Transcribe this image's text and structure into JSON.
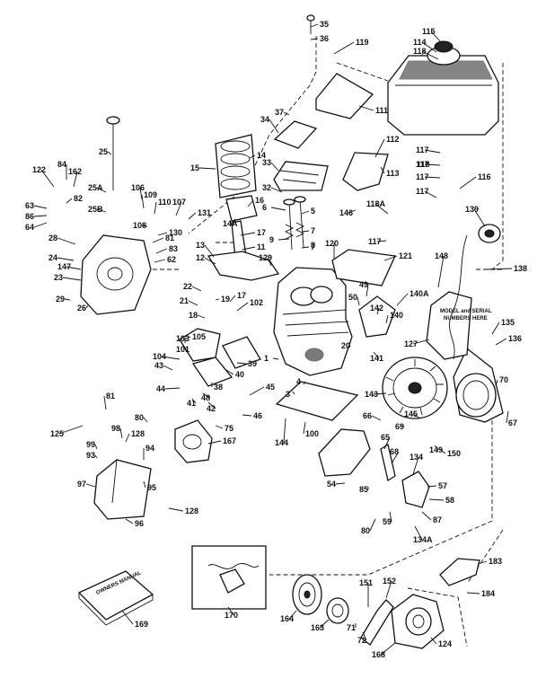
{
  "diagram": {
    "callouts": [
      {
        "id": "c35",
        "label": "35"
      },
      {
        "id": "c36",
        "label": "36"
      },
      {
        "id": "c119",
        "label": "119"
      },
      {
        "id": "c115",
        "label": "115"
      },
      {
        "id": "c114",
        "label": "114"
      },
      {
        "id": "c118",
        "label": "118"
      },
      {
        "id": "c111",
        "label": "111"
      },
      {
        "id": "c37",
        "label": "37"
      },
      {
        "id": "c34",
        "label": "34"
      },
      {
        "id": "c112",
        "label": "112"
      },
      {
        "id": "c117a",
        "label": "117"
      },
      {
        "id": "c117b",
        "label": "117"
      },
      {
        "id": "c117c",
        "label": "117"
      },
      {
        "id": "c117d",
        "label": "117"
      },
      {
        "id": "c118b",
        "label": "118"
      },
      {
        "id": "c116",
        "label": "116"
      },
      {
        "id": "c113",
        "label": "113"
      },
      {
        "id": "c33",
        "label": "33"
      },
      {
        "id": "c32",
        "label": "32"
      },
      {
        "id": "c6",
        "label": "6"
      },
      {
        "id": "c5",
        "label": "5"
      },
      {
        "id": "c7a",
        "label": "7"
      },
      {
        "id": "c7b",
        "label": "7"
      },
      {
        "id": "c8",
        "label": "8"
      },
      {
        "id": "c9",
        "label": "9"
      },
      {
        "id": "c146",
        "label": "146"
      },
      {
        "id": "c118A",
        "label": "118A"
      },
      {
        "id": "c117e",
        "label": "117"
      },
      {
        "id": "c139",
        "label": "139"
      },
      {
        "id": "c15",
        "label": "15"
      },
      {
        "id": "c14",
        "label": "14"
      },
      {
        "id": "c16",
        "label": "16"
      },
      {
        "id": "c14A",
        "label": "14A"
      },
      {
        "id": "c17a",
        "label": "17"
      },
      {
        "id": "c11",
        "label": "11"
      },
      {
        "id": "c13",
        "label": "13"
      },
      {
        "id": "c12",
        "label": "12"
      },
      {
        "id": "c129",
        "label": "129"
      },
      {
        "id": "c120",
        "label": "120"
      },
      {
        "id": "c121",
        "label": "121"
      },
      {
        "id": "c148",
        "label": "148"
      },
      {
        "id": "c138",
        "label": "138"
      },
      {
        "id": "c25",
        "label": "25"
      },
      {
        "id": "c122",
        "label": "122"
      },
      {
        "id": "c84",
        "label": "84"
      },
      {
        "id": "c162",
        "label": "162"
      },
      {
        "id": "c82",
        "label": "82"
      },
      {
        "id": "c63",
        "label": "63"
      },
      {
        "id": "c86",
        "label": "86"
      },
      {
        "id": "c64",
        "label": "64"
      },
      {
        "id": "c25A",
        "label": "25A"
      },
      {
        "id": "c25B",
        "label": "25B"
      },
      {
        "id": "c106",
        "label": "106"
      },
      {
        "id": "c109",
        "label": "109"
      },
      {
        "id": "c110",
        "label": "110"
      },
      {
        "id": "c107",
        "label": "107"
      },
      {
        "id": "c131",
        "label": "131"
      },
      {
        "id": "c108",
        "label": "108"
      },
      {
        "id": "c130",
        "label": "130"
      },
      {
        "id": "c81a",
        "label": "81"
      },
      {
        "id": "c83",
        "label": "83"
      },
      {
        "id": "c62",
        "label": "62"
      },
      {
        "id": "c28",
        "label": "28"
      },
      {
        "id": "c24",
        "label": "24"
      },
      {
        "id": "c147",
        "label": "147"
      },
      {
        "id": "c23",
        "label": "23"
      },
      {
        "id": "c22",
        "label": "22"
      },
      {
        "id": "c29",
        "label": "29"
      },
      {
        "id": "c26",
        "label": "26"
      },
      {
        "id": "c21",
        "label": "21"
      },
      {
        "id": "c19",
        "label": "19"
      },
      {
        "id": "c17b",
        "label": "17"
      },
      {
        "id": "c18",
        "label": "18"
      },
      {
        "id": "c102",
        "label": "102"
      },
      {
        "id": "c105",
        "label": "105"
      },
      {
        "id": "c103",
        "label": "103"
      },
      {
        "id": "c101",
        "label": "101"
      },
      {
        "id": "c104",
        "label": "104"
      },
      {
        "id": "c43",
        "label": "43"
      },
      {
        "id": "c44",
        "label": "44"
      },
      {
        "id": "c40",
        "label": "40"
      },
      {
        "id": "c39",
        "label": "39"
      },
      {
        "id": "c38",
        "label": "38"
      },
      {
        "id": "c48",
        "label": "48"
      },
      {
        "id": "c41",
        "label": "41"
      },
      {
        "id": "c42",
        "label": "42"
      },
      {
        "id": "c45",
        "label": "45"
      },
      {
        "id": "c46",
        "label": "46"
      },
      {
        "id": "c75",
        "label": "75"
      },
      {
        "id": "c1",
        "label": "1"
      },
      {
        "id": "c3",
        "label": "3"
      },
      {
        "id": "c4",
        "label": "4"
      },
      {
        "id": "c50",
        "label": "50"
      },
      {
        "id": "c49",
        "label": "49"
      },
      {
        "id": "c142",
        "label": "142"
      },
      {
        "id": "c140A",
        "label": "140A"
      },
      {
        "id": "c140",
        "label": "140"
      },
      {
        "id": "c20",
        "label": "20"
      },
      {
        "id": "c141",
        "label": "141"
      },
      {
        "id": "c127",
        "label": "127"
      },
      {
        "id": "c135",
        "label": "135"
      },
      {
        "id": "c136",
        "label": "136"
      },
      {
        "id": "c143",
        "label": "143"
      },
      {
        "id": "c70",
        "label": "70"
      },
      {
        "id": "c67",
        "label": "67"
      },
      {
        "id": "c81b",
        "label": "81"
      },
      {
        "id": "c80a",
        "label": "80"
      },
      {
        "id": "c125",
        "label": "125"
      },
      {
        "id": "c99",
        "label": "99"
      },
      {
        "id": "c93",
        "label": "93"
      },
      {
        "id": "c98",
        "label": "98"
      },
      {
        "id": "c128a",
        "label": "128"
      },
      {
        "id": "c94",
        "label": "94"
      },
      {
        "id": "c167",
        "label": "167"
      },
      {
        "id": "c144",
        "label": "144"
      },
      {
        "id": "c100",
        "label": "100"
      },
      {
        "id": "c66",
        "label": "66"
      },
      {
        "id": "c69",
        "label": "69"
      },
      {
        "id": "c145",
        "label": "145"
      },
      {
        "id": "c149",
        "label": "149"
      },
      {
        "id": "c150",
        "label": "150"
      },
      {
        "id": "c65",
        "label": "65"
      },
      {
        "id": "c68",
        "label": "68"
      },
      {
        "id": "c134",
        "label": "134"
      },
      {
        "id": "c57",
        "label": "57"
      },
      {
        "id": "c58",
        "label": "58"
      },
      {
        "id": "c87",
        "label": "87"
      },
      {
        "id": "c134A",
        "label": "134A"
      },
      {
        "id": "c97",
        "label": "97"
      },
      {
        "id": "c95",
        "label": "95"
      },
      {
        "id": "c96",
        "label": "96"
      },
      {
        "id": "c128b",
        "label": "128"
      },
      {
        "id": "c54",
        "label": "54"
      },
      {
        "id": "c85",
        "label": "85"
      },
      {
        "id": "c80b",
        "label": "80"
      },
      {
        "id": "c59",
        "label": "59"
      },
      {
        "id": "c183",
        "label": "183"
      },
      {
        "id": "c184",
        "label": "184"
      },
      {
        "id": "c151",
        "label": "151"
      },
      {
        "id": "c152",
        "label": "152"
      },
      {
        "id": "c169",
        "label": "169"
      },
      {
        "id": "c170",
        "label": "170"
      },
      {
        "id": "c164",
        "label": "164"
      },
      {
        "id": "c163",
        "label": "163"
      },
      {
        "id": "c71",
        "label": "71"
      },
      {
        "id": "c72",
        "label": "72"
      },
      {
        "id": "c168",
        "label": "168"
      },
      {
        "id": "c124",
        "label": "124"
      }
    ],
    "decal_text": [
      "MODEL and SERIAL",
      "NUMBERS HERE"
    ],
    "manual_text": "OWNERS MANUAL"
  }
}
